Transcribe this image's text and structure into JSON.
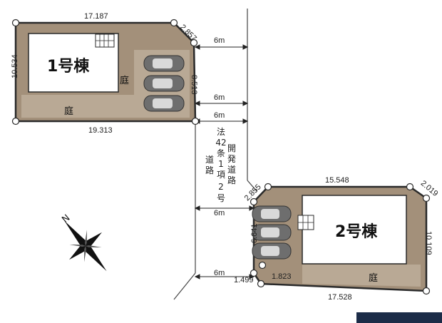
{
  "lot1": {
    "building_label": "1号棟",
    "garden_labels": [
      "庭",
      "庭"
    ],
    "dims": {
      "top": "17.187",
      "corner": "2.857",
      "left": "10.534",
      "right": "8.513",
      "bottom": "19.313"
    }
  },
  "lot2": {
    "building_label": "2号棟",
    "garden_label": "庭",
    "dims": {
      "top": "15.548",
      "corner_left": "2.855",
      "corner_right": "2.019",
      "left": "6.641",
      "right": "10.109",
      "bottom": "17.528",
      "small_a": "1.823",
      "small_b": "1.499"
    }
  },
  "road": {
    "widths": [
      "6m",
      "6m",
      "6m",
      "6m",
      "6m"
    ],
    "label_left_col": [
      "道",
      "路"
    ],
    "label_mid_col": [
      "法",
      "42",
      "条",
      "1",
      "項",
      "2",
      "号"
    ],
    "label_right_col": [
      "開",
      "発",
      "道",
      "路"
    ]
  },
  "compass": {
    "north_label": "N"
  },
  "colors": {
    "lot_fill": "#a3907a",
    "building_fill": "#ffffff",
    "garden_fill": "#b9a995",
    "outline": "#2a2a2a",
    "car": "#6e6e6e",
    "bottom_bar": "#1c2c48"
  }
}
